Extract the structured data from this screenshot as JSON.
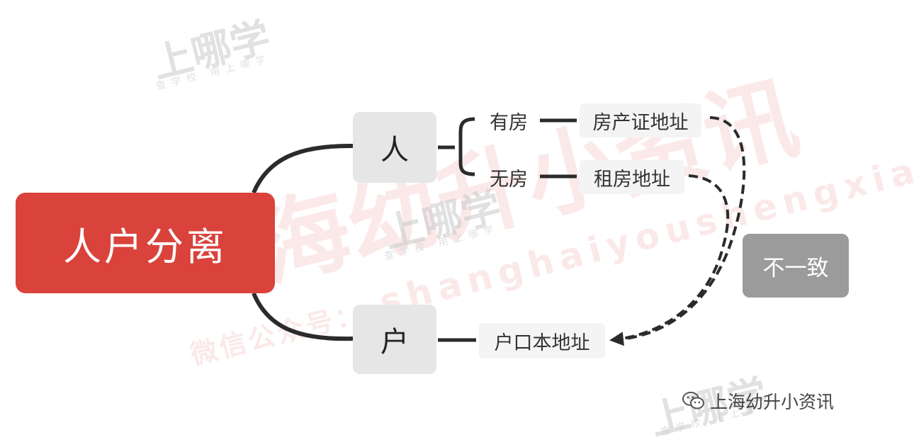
{
  "diagram": {
    "root": "人户分离",
    "person": {
      "label": "人",
      "branches": [
        {
          "condition": "有房",
          "address": "房产证地址"
        },
        {
          "condition": "无房",
          "address": "租房地址"
        }
      ]
    },
    "household": {
      "label": "户",
      "address": "户口本地址"
    },
    "comparison_label": "不一致"
  },
  "watermarks": {
    "brand": "上哪学",
    "tagline": "查学校 用上哪学",
    "channel": "海幼升小资讯",
    "pinyin": "shanghaiyoushengxiao",
    "wechat_prefix": "微信公众号："
  },
  "footer": {
    "icon": "wechat-icon",
    "text": "上海幼升小资讯"
  },
  "colors": {
    "root": "#d9433c",
    "node": "#e6e6e6",
    "mismatch": "#9b9b9b",
    "connector": "#2b2b2b"
  }
}
